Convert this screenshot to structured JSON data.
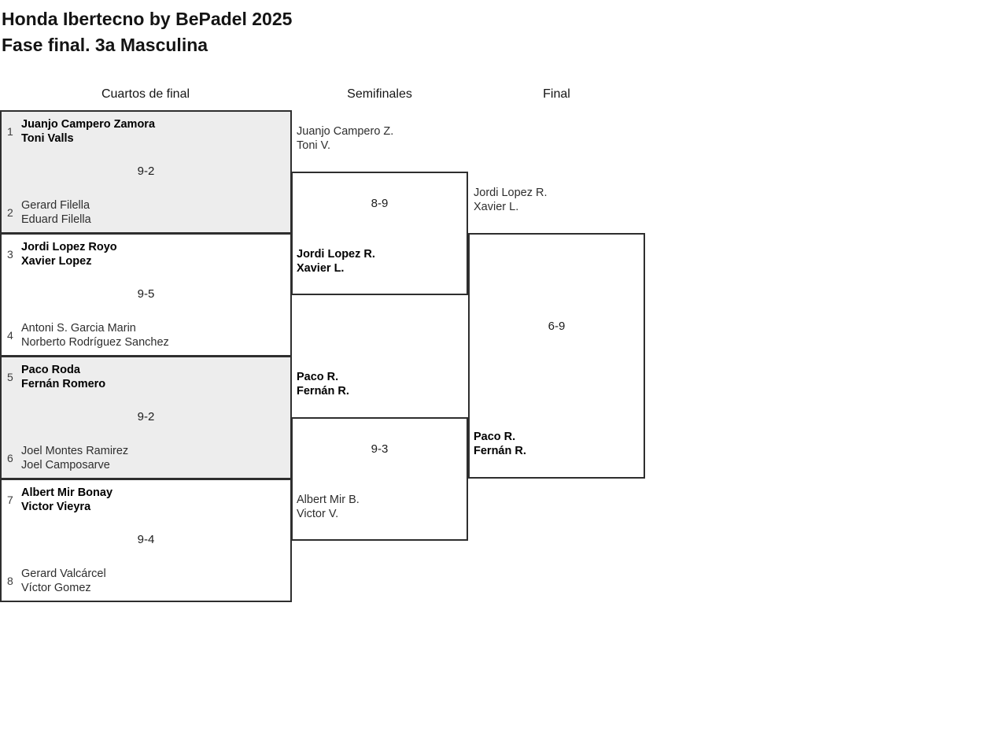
{
  "header": {
    "title_line1": "Honda Ibertecno by BePadel 2025",
    "title_line2": "Fase final. 3a Masculina"
  },
  "round_labels": {
    "quarterfinals": "Cuartos de final",
    "semifinals": "Semifinales",
    "final": "Final"
  },
  "quarterfinals": [
    {
      "top": {
        "seed": "1",
        "players": [
          "Juanjo Campero Zamora",
          "Toni Valls"
        ]
      },
      "score": "9-2",
      "bottom": {
        "seed": "2",
        "players": [
          "Gerard Filella",
          "Eduard Filella"
        ]
      },
      "winner": "top"
    },
    {
      "top": {
        "seed": "3",
        "players": [
          "Jordi Lopez Royo",
          "Xavier Lopez"
        ]
      },
      "score": "9-5",
      "bottom": {
        "seed": "4",
        "players": [
          "Antoni S. Garcia Marin",
          "Norberto Rodríguez Sanchez"
        ]
      },
      "winner": "top"
    },
    {
      "top": {
        "seed": "5",
        "players": [
          "Paco Roda",
          "Fernán Romero"
        ]
      },
      "score": "9-2",
      "bottom": {
        "seed": "6",
        "players": [
          "Joel Montes Ramirez",
          "Joel Camposarve"
        ]
      },
      "winner": "top"
    },
    {
      "top": {
        "seed": "7",
        "players": [
          "Albert Mir Bonay",
          "Victor Vieyra"
        ]
      },
      "score": "9-4",
      "bottom": {
        "seed": "8",
        "players": [
          "Gerard Valcárcel",
          "Víctor Gomez"
        ]
      },
      "winner": "top"
    }
  ],
  "semifinals": [
    {
      "top": {
        "players": [
          "Juanjo Campero Z.",
          "Toni V."
        ]
      },
      "score": "8-9",
      "bottom": {
        "players": [
          "Jordi Lopez R.",
          "Xavier L."
        ]
      },
      "winner": "bottom"
    },
    {
      "top": {
        "players": [
          "Paco R.",
          "Fernán R."
        ]
      },
      "score": "9-3",
      "bottom": {
        "players": [
          "Albert Mir B.",
          "Victor V."
        ]
      },
      "winner": "top"
    }
  ],
  "final": {
    "top": {
      "players": [
        "Jordi Lopez R.",
        "Xavier L."
      ]
    },
    "score": "6-9",
    "bottom": {
      "players": [
        "Paco R.",
        "Fernán R."
      ]
    },
    "winner": "bottom"
  },
  "colors": {
    "match_alt_background": "#ededed",
    "border": "#2e2e2e",
    "text": "#1c1c1c"
  }
}
